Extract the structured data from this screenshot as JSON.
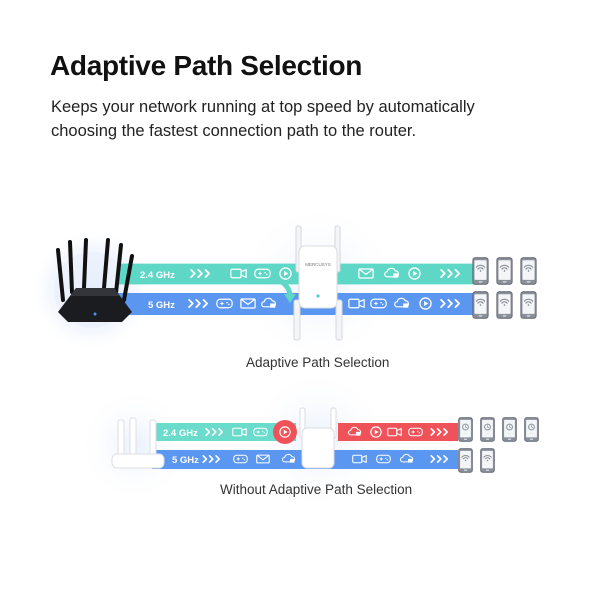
{
  "title": "Adaptive Path Selection",
  "subtitle": "Keeps your network running at top speed by automatically choosing the fastest connection path to the router.",
  "diagrams": [
    {
      "caption": "Adaptive Path Selection",
      "bands": [
        {
          "label": "2.4 GHz",
          "color": "#4ed1bf"
        },
        {
          "label": "5 GHz",
          "color": "#4f8df0"
        }
      ],
      "extender_brand": "MERCUSYS"
    },
    {
      "caption": "Without Adaptive Path Selection",
      "bands": [
        {
          "label": "2.4 GHz",
          "color": "#4ed1bf"
        },
        {
          "label": "5 GHz",
          "color": "#4f8df0"
        }
      ],
      "congested_color": "#f0525a"
    }
  ],
  "icons": [
    "chevron-arrows-icon",
    "video-icon",
    "gamepad-icon",
    "play-icon",
    "mail-icon",
    "cloud-icon",
    "phone-icon",
    "wifi-icon",
    "router-icon",
    "extender-icon"
  ]
}
